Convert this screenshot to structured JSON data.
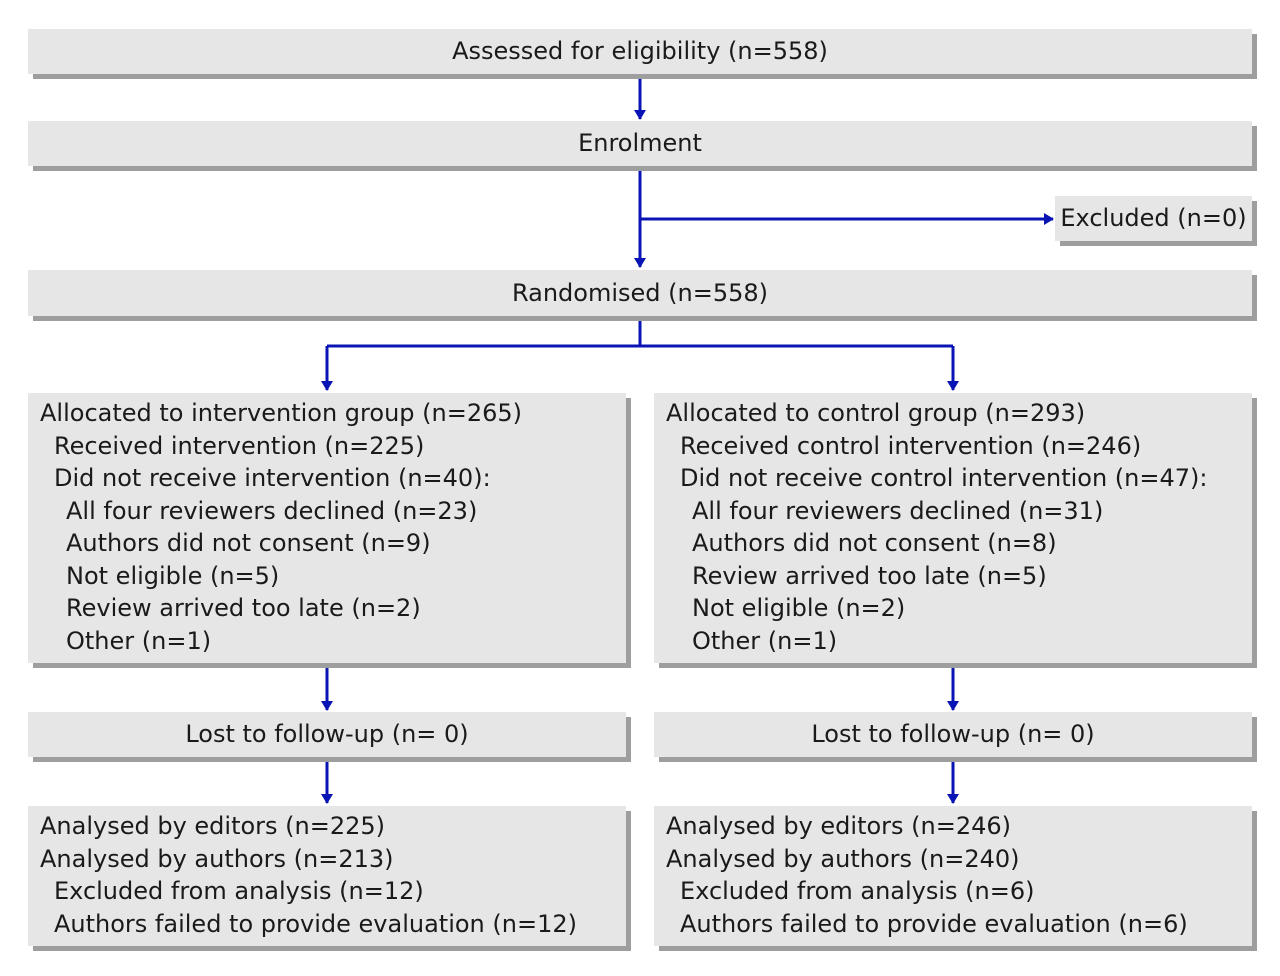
{
  "colors": {
    "box_fill": "#e6e6e6",
    "box_shadow": "#9e9e9e",
    "arrow": "#0a14b4",
    "text": "#1a1a1a"
  },
  "assessed": "Assessed for eligibility (n=558)",
  "enrolment": "Enrolment",
  "excluded": "Excluded (n=0)",
  "randomised": "Randomised (n=558)",
  "intervention": {
    "allocated": "Allocated to intervention group (n=265)",
    "received": "Received intervention (n=225)",
    "not_received": "Did not receive intervention (n=40):",
    "reasons": [
      "All four reviewers declined (n=23)",
      "Authors did not consent (n=9)",
      "Not eligible (n=5)",
      "Review arrived too late (n=2)",
      "Other (n=1)"
    ],
    "lost": "Lost to follow-up (n= 0)",
    "analysed_editors": "Analysed by editors (n=225)",
    "analysed_authors": "Analysed by authors (n=213)",
    "excluded_analysis": "Excluded from analysis (n=12)",
    "failed_eval": "Authors failed to provide evaluation (n=12)"
  },
  "control": {
    "allocated": "Allocated to control group (n=293)",
    "received": "Received control intervention (n=246)",
    "not_received": "Did not receive control intervention (n=47):",
    "reasons": [
      "All four reviewers declined (n=31)",
      "Authors did not consent (n=8)",
      "Review arrived too late (n=5)",
      "Not eligible (n=2)",
      "Other (n=1)"
    ],
    "lost": "Lost to follow-up (n= 0)",
    "analysed_editors": "Analysed by editors (n=246)",
    "analysed_authors": "Analysed by authors (n=240)",
    "excluded_analysis": "Excluded from analysis (n=6)",
    "failed_eval": "Authors failed to provide evaluation (n=6)"
  }
}
